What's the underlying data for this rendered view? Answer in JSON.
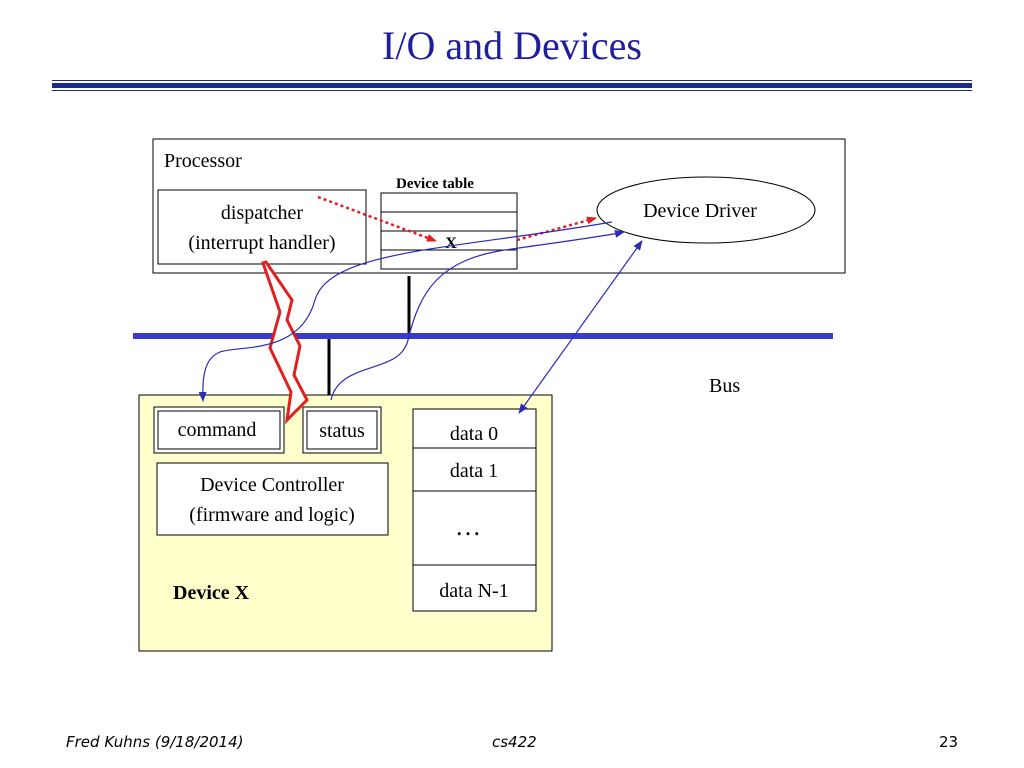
{
  "title": "I/O and Devices",
  "diagram": {
    "processor_label": "Processor",
    "dispatcher_line1": "dispatcher",
    "dispatcher_line2": "(interrupt handler)",
    "device_table_label": "Device table",
    "device_table_entry": "X",
    "device_driver_label": "Device Driver",
    "bus_label": "Bus",
    "command_label": "command",
    "status_label": "status",
    "controller_line1": "Device Controller",
    "controller_line2": "(firmware and logic)",
    "device_name": "Device X",
    "data_registers": [
      "data 0",
      "data 1",
      "…",
      "data N-1"
    ],
    "colors": {
      "bus": "#3a3acc",
      "arrows": "#2b2bb8",
      "interrupt": "#e02020",
      "device_fill": "#ffffcc"
    }
  },
  "footer": {
    "author": "Fred Kuhns (9/18/2014)",
    "course": "cs422",
    "page": "23"
  }
}
